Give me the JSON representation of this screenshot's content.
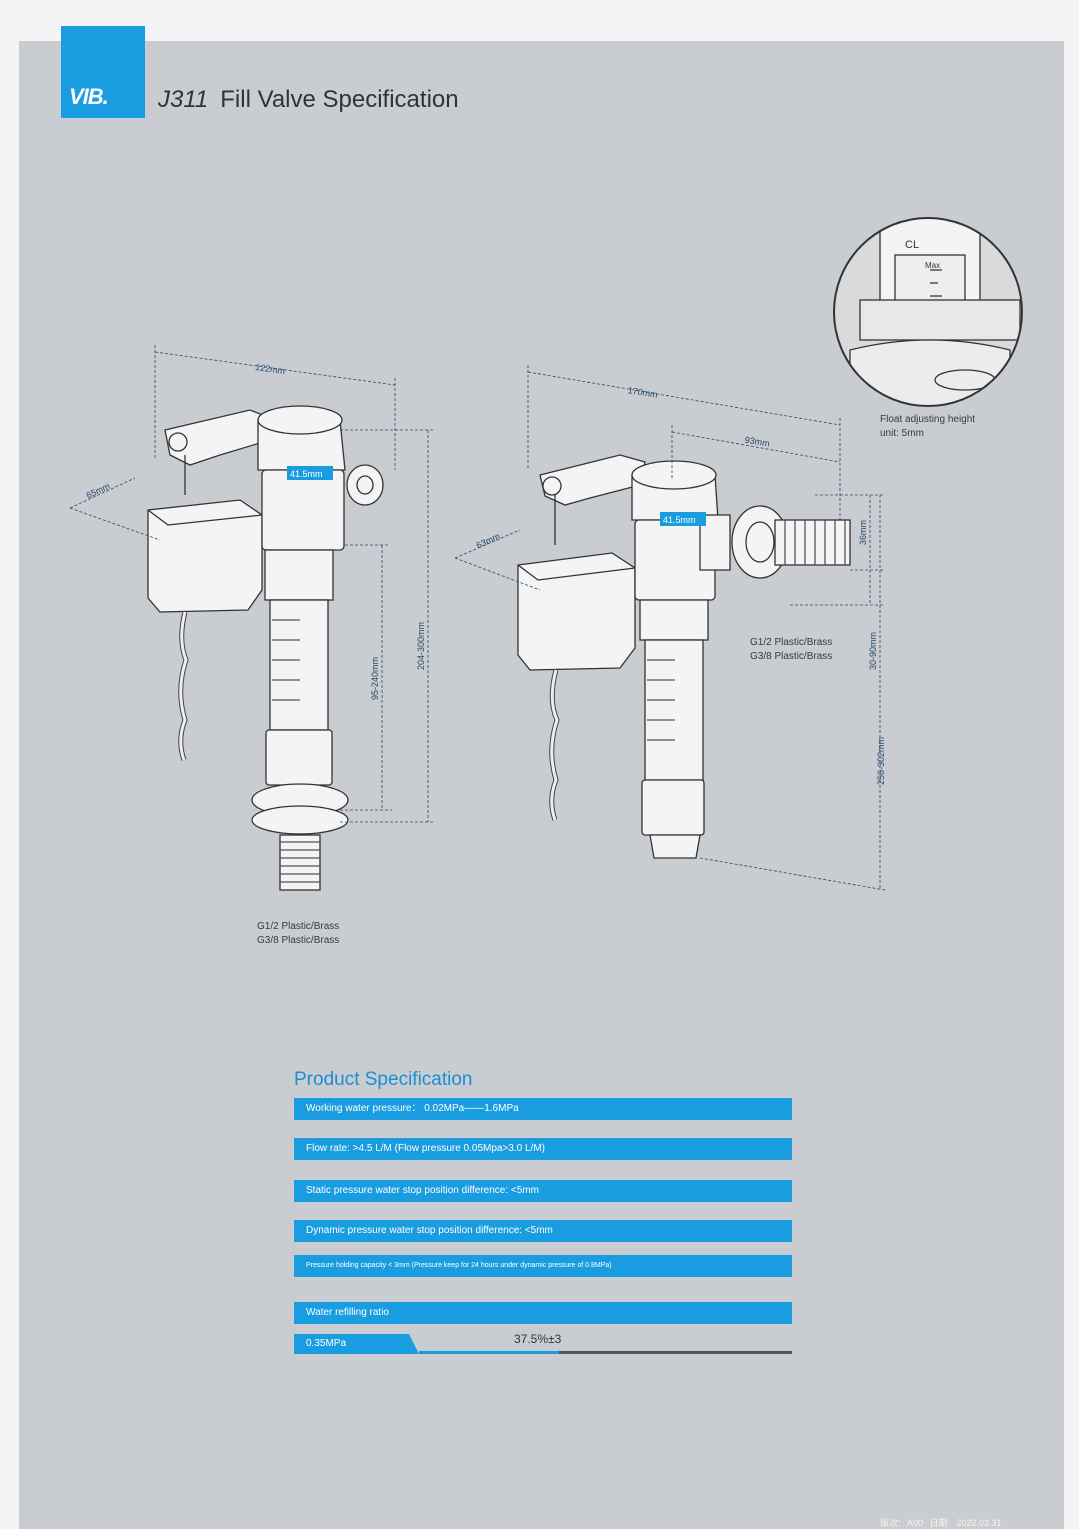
{
  "header": {
    "logo_text": "VIB.",
    "model": "J311",
    "title": "Fill Valve Specification"
  },
  "drawing_left": {
    "dim_width": "122mm",
    "dim_depth": "65mm",
    "dim_diameter": "41.5mm",
    "dim_height_a": "95-240mm",
    "dim_height_b": "204-300mm",
    "connection_line1": "G1/2 Plastic/Brass",
    "connection_line2": "G3/8 Plastic/Brass"
  },
  "drawing_right": {
    "dim_width": "170mm",
    "dim_inlet": "93mm",
    "dim_depth": "63mm",
    "dim_diameter": "41.5mm",
    "dim_inlet_height": "36mm",
    "dim_inlet_range": "30-90mm",
    "dim_total": "256-302mm",
    "connection_line1": "G1/2 Plastic/Brass",
    "connection_line2": "G3/8 Plastic/Brass"
  },
  "float_detail": {
    "label_cl": "CL",
    "label_max": "Max",
    "caption_line1": "Float adjusting height",
    "caption_line2": "unit: 5mm"
  },
  "spec": {
    "title": "Product Specification",
    "rows": [
      "Working water pressure： 0.02MPa——1.6MPa",
      "Flow rate: >4.5 L/M (Flow pressure 0.05Mpa>3.0 L/M)",
      "Static pressure water stop position difference:        <5mm",
      "Dynamic pressure water stop position difference:    <5mm",
      "Pressure holding capacity  <  3mm (Pressure keep for 24 hours under dynamic pressure of 0.8MPa)"
    ],
    "refill_header": "Water refilling ratio",
    "refill_pressure": "0.35MPa",
    "refill_value": "37.5%±3",
    "refill_ratio": 0.375
  },
  "footer": {
    "text": "版次: A00  日期: 2022.03.31"
  },
  "colors": {
    "accent": "#1a9de0",
    "sheet": "#c9ccd0"
  }
}
